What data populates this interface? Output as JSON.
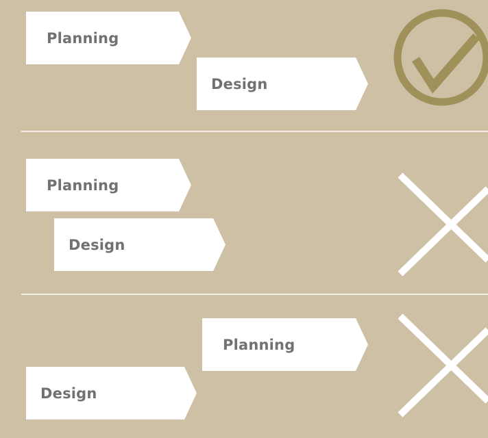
{
  "colors": {
    "background": "#cdc0a5",
    "divider": "#f3efe7",
    "arrow_fill": "#ffffff",
    "label_text": "#727070",
    "check_color": "#a0915b",
    "cross_color": "#ffffff"
  },
  "rows": [
    {
      "planning_label": "Planning",
      "design_label": "Design",
      "status_icon": "checkmark-icon"
    },
    {
      "planning_label": "Planning",
      "design_label": "Design",
      "status_icon": "cross-icon"
    },
    {
      "planning_label": "Planning",
      "design_label": "Design",
      "status_icon": "cross-icon"
    }
  ]
}
